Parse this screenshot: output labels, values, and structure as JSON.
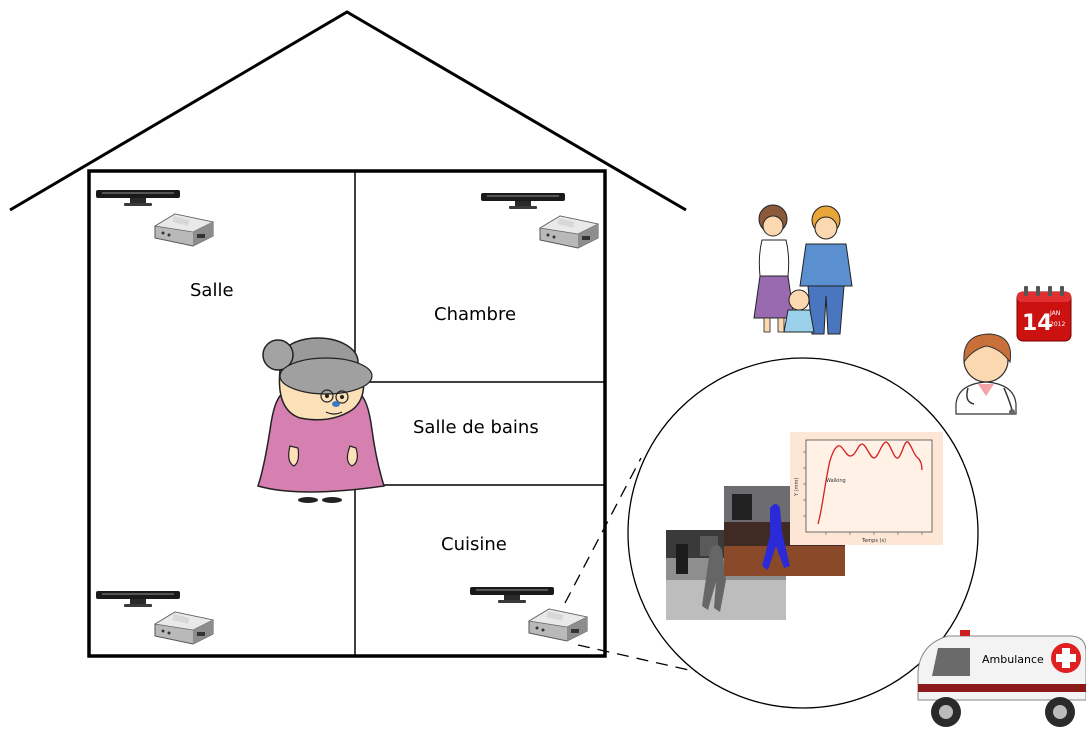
{
  "rooms": {
    "living": "Salle",
    "bedroom": "Chambre",
    "bathroom": "Salle de bains",
    "kitchen": "Cuisine"
  },
  "calendar": {
    "day": "14",
    "month": "JAN",
    "year": "2012",
    "color": "#cc1111"
  },
  "ambulance": {
    "label": "Ambulance",
    "stripe_color": "#8b1a1a",
    "cross_color": "#e02020"
  },
  "chart_inset": {
    "annotation": "Walking",
    "xlabel": "Temps (s)",
    "ylabel": "Y (mm)"
  },
  "characters": [
    "grandmother",
    "family",
    "doctor"
  ],
  "icons": [
    "kinect-sensor",
    "mini-pc",
    "calendar",
    "ambulance",
    "cross"
  ]
}
